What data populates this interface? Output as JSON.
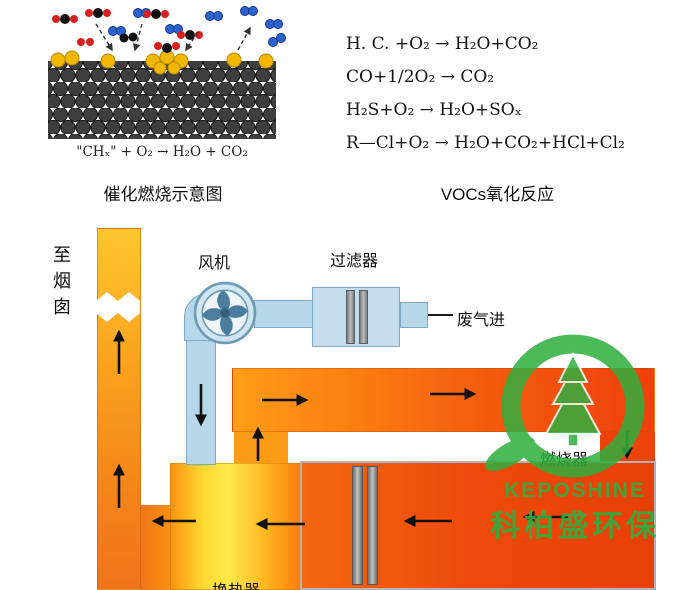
{
  "schematic": {
    "caption": "\"CHₓ\" + O₂ → H₂O + CO₂",
    "title": "催化燃烧示意图"
  },
  "reactions": {
    "title": "VOCs氧化反应",
    "equations": [
      "H. C. +O₂ → H₂O+CO₂",
      "CO+1/2O₂ → CO₂",
      "H₂S+O₂ → H₂O+SOₓ",
      "R—Cl+O₂ → H₂O+CO₂+HCl+Cl₂"
    ]
  },
  "flow": {
    "chimney": "至烟囱",
    "fan": "风机",
    "filter": "过滤器",
    "waste_gas_in": "废气进",
    "burner": "燃烧器",
    "heat_exchanger": "换热器"
  },
  "watermark": {
    "name": "KEPOSHINE",
    "name_cn": "科柏盛环保",
    "color": "#2fae3e"
  },
  "colors": {
    "duct_orange": "#f6951c",
    "duct_red": "#ee4a0c",
    "pipe_blue": "#b5d7e9",
    "catalyst_yellow": "#f2b705"
  }
}
